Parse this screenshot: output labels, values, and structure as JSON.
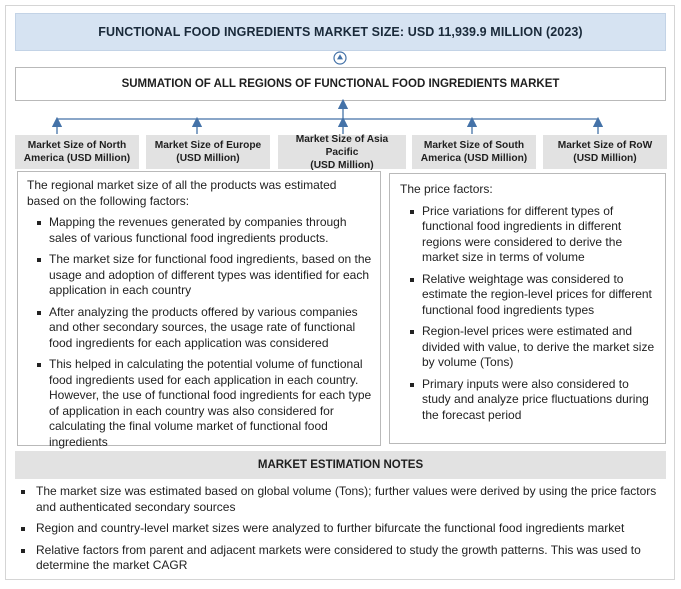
{
  "header": {
    "title": "FUNCTIONAL FOOD INGREDIENTS MARKET SIZE: USD 11,939.9 MILLION (2023)"
  },
  "summation": {
    "title": "SUMMATION OF ALL REGIONS OF FUNCTIONAL FOOD INGREDIENTS MARKET"
  },
  "regions": [
    {
      "label": "Market Size of North\nAmerica (USD Million)"
    },
    {
      "label": "Market Size of Europe\n(USD Million)"
    },
    {
      "label": "Market Size of Asia Pacific\n(USD Million)"
    },
    {
      "label": "Market Size of South\nAmerica (USD Million)"
    },
    {
      "label": "Market Size of RoW\n(USD Million)"
    }
  ],
  "left_panel": {
    "intro": "The regional market size of all the products was estimated based on the following factors:",
    "bullets": [
      "Mapping the revenues generated by companies through sales of various functional food ingredients products.",
      "The market size for functional food ingredients, based on the usage and adoption of different types was identified for each application in each country",
      "After analyzing the products offered by various companies and other secondary sources, the usage rate of functional food ingredients for each application was considered",
      "This helped in calculating the potential volume of functional food ingredients used for each application in each country. However, the use of functional food ingredients for each type of application in each country was also considered for calculating the final volume market of functional food ingredients"
    ]
  },
  "right_panel": {
    "intro": "The price factors:",
    "bullets": [
      "Price variations for different types of functional food ingredients in different regions were considered to derive the market size in terms of volume",
      "Relative weightage was considered to estimate the region-level prices for different functional food ingredients types",
      "Region-level prices were estimated and divided with value, to derive the market size by volume (Tons)",
      "Primary inputs were also considered to study and analyze price fluctuations during the forecast period"
    ]
  },
  "notes": {
    "title": "MARKET ESTIMATION NOTES",
    "bullets": [
      "The market size was estimated based on global volume (Tons); further values were derived by using the price factors and authenticated secondary sources",
      "Region and country-level market sizes were analyzed to further bifurcate the functional food ingredients market",
      "Relative factors from parent and adjacent markets were considered to study the growth patterns. This was used to determine the market CAGR"
    ]
  },
  "colors": {
    "header_bg": "#d6e3f2",
    "arrow": "#4472a8",
    "region_bg": "#e2e2e2"
  },
  "icons": {
    "top_connector": "circled-up-arrow-icon",
    "connector_arrows": "arrow-up-icon"
  }
}
